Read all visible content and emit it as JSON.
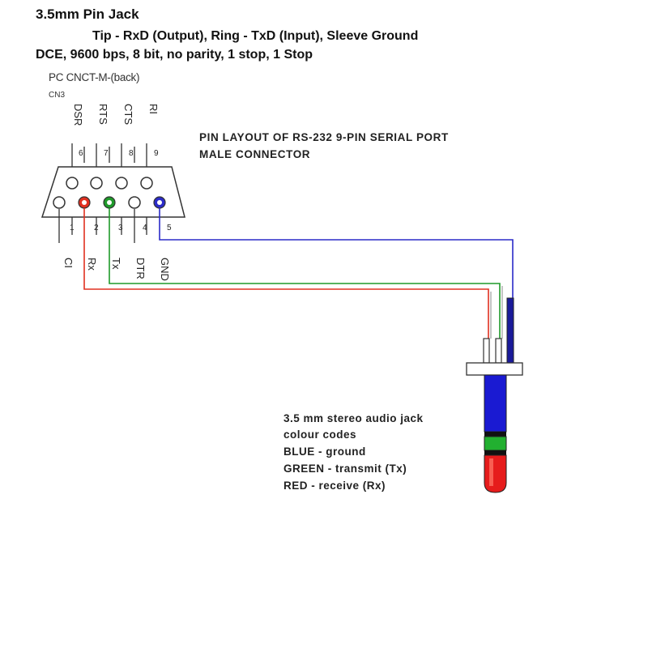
{
  "header": {
    "title": "3.5mm Pin Jack",
    "subtitle_line1": "Tip - RxD (Output), Ring - TxD (Input), Sleeve Ground",
    "subtitle_line2": "DCE, 9600 bps, 8 bit, no parity, 1 stop, 1 Stop"
  },
  "connector": {
    "label": "PC CNCT-M-(back)",
    "ref": "CN3",
    "heading_line1": "PIN LAYOUT OF RS-232 9-PIN SERIAL PORT",
    "heading_line2": "MALE CONNECTOR",
    "top_signals": [
      "DSR",
      "RTS",
      "CTS",
      "RI"
    ],
    "top_pins": [
      "6",
      "7",
      "8",
      "9"
    ],
    "bottom_pins": [
      "1",
      "2",
      "3",
      "4",
      "5"
    ],
    "bottom_signals": [
      "CI",
      "Rx",
      "Tx",
      "DTR",
      "GND"
    ]
  },
  "legend": {
    "line1": "3.5 mm stereo audio jack",
    "line2": "colour codes",
    "line3": "BLUE - ground",
    "line4": "GREEN - transmit (Tx)",
    "line5": "RED - receive (Rx)"
  },
  "colors": {
    "ground": "#2b2bc8",
    "transmit": "#1f9a2a",
    "receive": "#e03020"
  }
}
